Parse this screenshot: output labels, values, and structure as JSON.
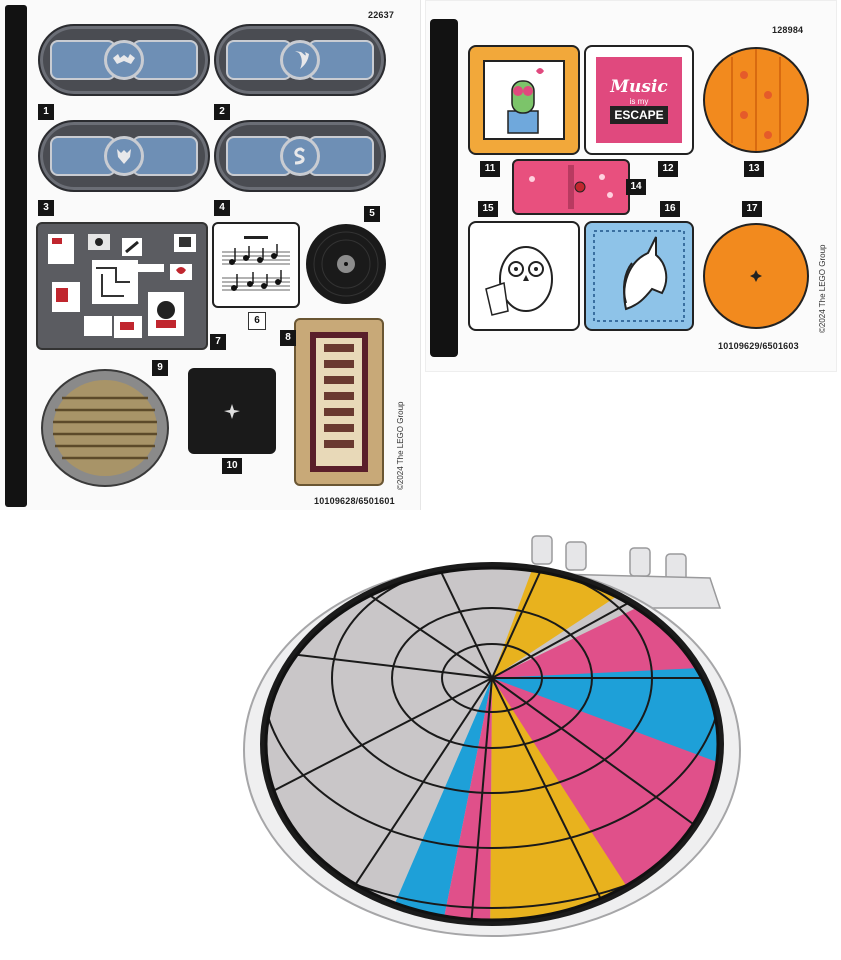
{
  "left_sheet": {
    "code_top": "22637",
    "code_bottom": "10109628/6501601",
    "copyright": "©2024 The LEGO Group",
    "numbers": [
      "1",
      "2",
      "3",
      "4",
      "5",
      "6",
      "7",
      "8",
      "9",
      "10"
    ]
  },
  "right_sheet": {
    "code_top": "128984",
    "code_bottom": "10109629/6501603",
    "copyright": "©2024 The LEGO Group",
    "numbers": [
      "11",
      "12",
      "13",
      "14",
      "15",
      "16",
      "17"
    ],
    "music_sticker": {
      "line1": "Music",
      "line2": "is my",
      "line3": "ESCAPE"
    }
  },
  "window_piece": {
    "description_icon": "spider-web-window-icon"
  },
  "colors": {
    "sheet_bar": "#121212",
    "plaque_gray": "#4a4c52",
    "plaque_blue": "#6e8fb5",
    "orange": "#f28a1e",
    "pink": "#e0497e",
    "light_blue": "#8ec3e8",
    "web_gray": "#c9c6c8",
    "web_blue": "#1ea0d8",
    "web_yellow": "#e8b21e",
    "web_pink": "#e0508a"
  }
}
